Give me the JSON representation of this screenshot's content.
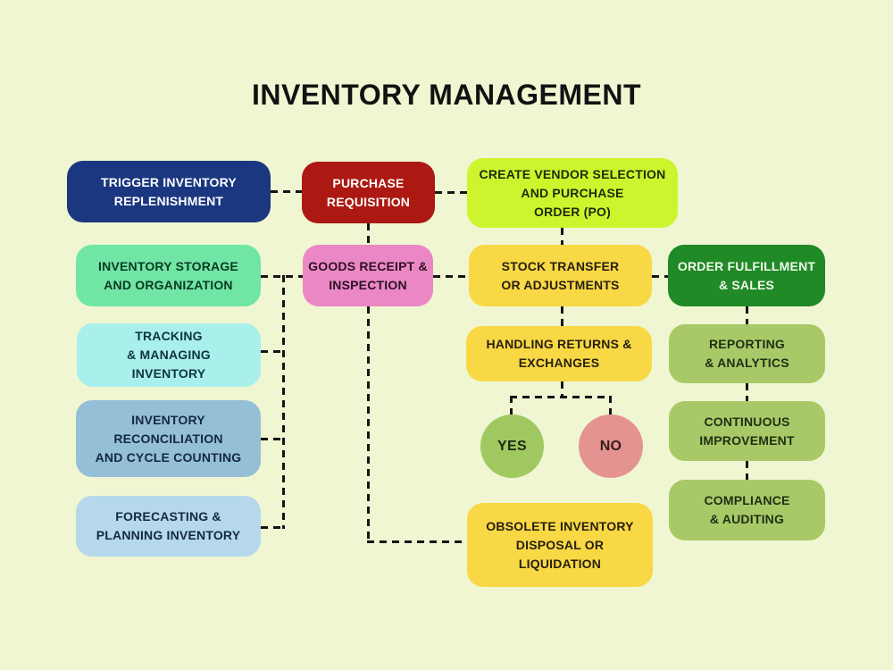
{
  "title": "INVENTORY MANAGEMENT",
  "palette": {
    "background": "#f0f6d1",
    "navy": "#1b3780",
    "dark_red": "#ac1912",
    "lime": "#cdf52e",
    "mint_green": "#71e5a4",
    "pink": "#ec87c5",
    "yellow": "#f8d845",
    "dark_green": "#1f8a26",
    "light_cyan": "#a9efec",
    "steel_blue": "#94bfd7",
    "light_blue": "#b5d8ea",
    "olive_green": "#a9c968",
    "yes_circle": "#a0c861",
    "no_circle": "#e49390",
    "connector_line": "#151515",
    "title_text": "#121212"
  },
  "nodes": {
    "trigger": {
      "lines": [
        "TRIGGER INVENTORY",
        "REPLENISHMENT"
      ],
      "color": "#1b3780"
    },
    "purchase": {
      "lines": [
        "PURCHASE",
        "REQUISITION"
      ],
      "color": "#ac1912"
    },
    "vendor": {
      "lines": [
        "CREATE VENDOR SELECTION",
        "AND PURCHASE",
        "ORDER (PO)"
      ],
      "color": "#cdf52e"
    },
    "storage": {
      "lines": [
        "INVENTORY STORAGE",
        "AND ORGANIZATION"
      ],
      "color": "#71e5a4"
    },
    "goods": {
      "lines": [
        "GOODS RECEIPT &",
        "INSPECTION"
      ],
      "color": "#ec87c5"
    },
    "stock": {
      "lines": [
        "STOCK TRANSFER",
        "OR ADJUSTMENTS"
      ],
      "color": "#f8d845"
    },
    "fulfillment": {
      "lines": [
        "ORDER FULFILLMENT",
        "& SALES"
      ],
      "color": "#1f8a26"
    },
    "tracking": {
      "lines": [
        "TRACKING",
        "& MANAGING",
        "INVENTORY"
      ],
      "color": "#a9efec"
    },
    "returns": {
      "lines": [
        "HANDLING RETURNS &",
        "EXCHANGES"
      ],
      "color": "#f8d845"
    },
    "reporting": {
      "lines": [
        "REPORTING",
        "& ANALYTICS"
      ],
      "color": "#a9c968"
    },
    "reconciliation": {
      "lines": [
        "INVENTORY",
        "RECONCILIATION",
        "AND CYCLE COUNTING"
      ],
      "color": "#94bfd7"
    },
    "yes": {
      "label": "YES",
      "color": "#a0c861"
    },
    "no": {
      "label": "NO",
      "color": "#e49390"
    },
    "continuous": {
      "lines": [
        "CONTINUOUS",
        "IMPROVEMENT"
      ],
      "color": "#a9c968"
    },
    "forecasting": {
      "lines": [
        "FORECASTING &",
        "PLANNING INVENTORY"
      ],
      "color": "#b5d8ea"
    },
    "obsolete": {
      "lines": [
        "OBSOLETE INVENTORY",
        "DISPOSAL OR",
        "LIQUIDATION"
      ],
      "color": "#f8d845"
    },
    "compliance": {
      "lines": [
        "COMPLIANCE",
        "& AUDITING"
      ],
      "color": "#a9c968"
    }
  },
  "edges": [
    {
      "from": "trigger",
      "to": "purchase"
    },
    {
      "from": "purchase",
      "to": "vendor"
    },
    {
      "from": "purchase",
      "to": "goods"
    },
    {
      "from": "vendor",
      "to": "stock"
    },
    {
      "from": "storage",
      "to": "goods"
    },
    {
      "from": "storage",
      "to": "tracking"
    },
    {
      "from": "storage",
      "to": "reconciliation"
    },
    {
      "from": "storage",
      "to": "forecasting"
    },
    {
      "from": "goods",
      "to": "stock"
    },
    {
      "from": "goods",
      "to": "obsolete"
    },
    {
      "from": "stock",
      "to": "fulfillment"
    },
    {
      "from": "stock",
      "to": "returns"
    },
    {
      "from": "returns",
      "to": "yes"
    },
    {
      "from": "returns",
      "to": "no"
    },
    {
      "from": "fulfillment",
      "to": "reporting"
    },
    {
      "from": "reporting",
      "to": "continuous"
    },
    {
      "from": "continuous",
      "to": "compliance"
    }
  ]
}
